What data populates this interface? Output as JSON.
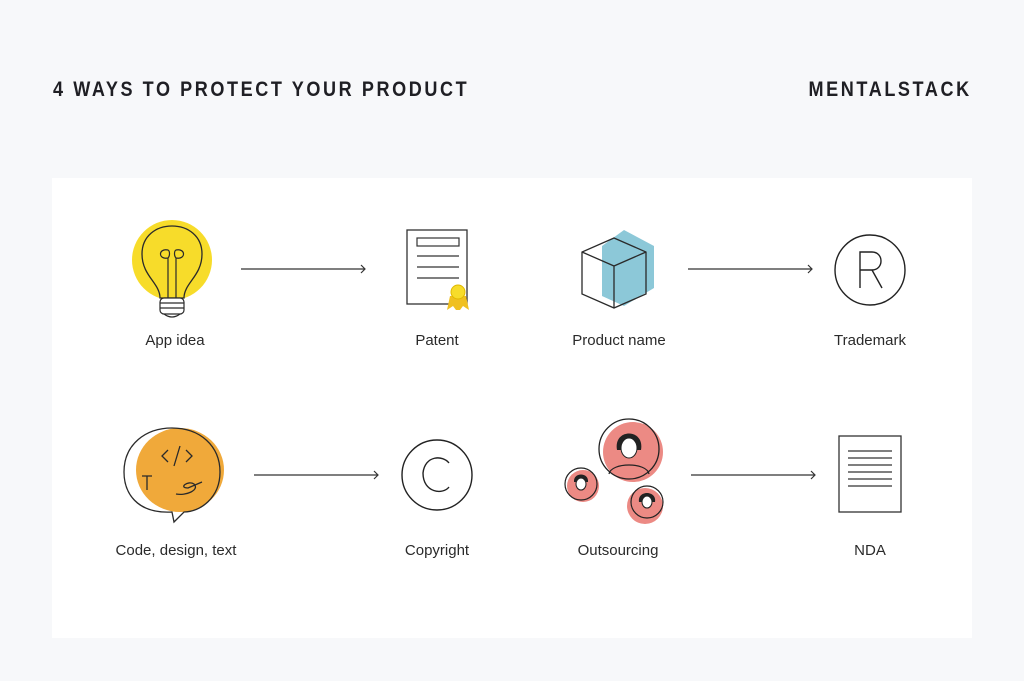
{
  "header": {
    "title": "4 WAYS TO PROTECT YOUR PRODUCT",
    "brand": "MENTALSTACK"
  },
  "colors": {
    "yellow": "#f7dc2a",
    "orange": "#f0a93a",
    "blue": "#8cc8d8",
    "red": "#ec8a84",
    "line": "#2a2a2a"
  },
  "rows": [
    {
      "from": {
        "label": "App idea",
        "icon": "lightbulb-icon"
      },
      "to": {
        "label": "Patent",
        "icon": "patent-document-icon"
      }
    },
    {
      "from": {
        "label": "Product name",
        "icon": "cube-icon"
      },
      "to": {
        "label": "Trademark",
        "icon": "registered-trademark-icon"
      }
    },
    {
      "from": {
        "label": "Code, design, text",
        "icon": "speech-bubble-code-icon"
      },
      "to": {
        "label": "Copyright",
        "icon": "copyright-icon"
      }
    },
    {
      "from": {
        "label": "Outsourcing",
        "icon": "people-icon"
      },
      "to": {
        "label": "NDA",
        "icon": "nda-document-icon"
      }
    }
  ]
}
